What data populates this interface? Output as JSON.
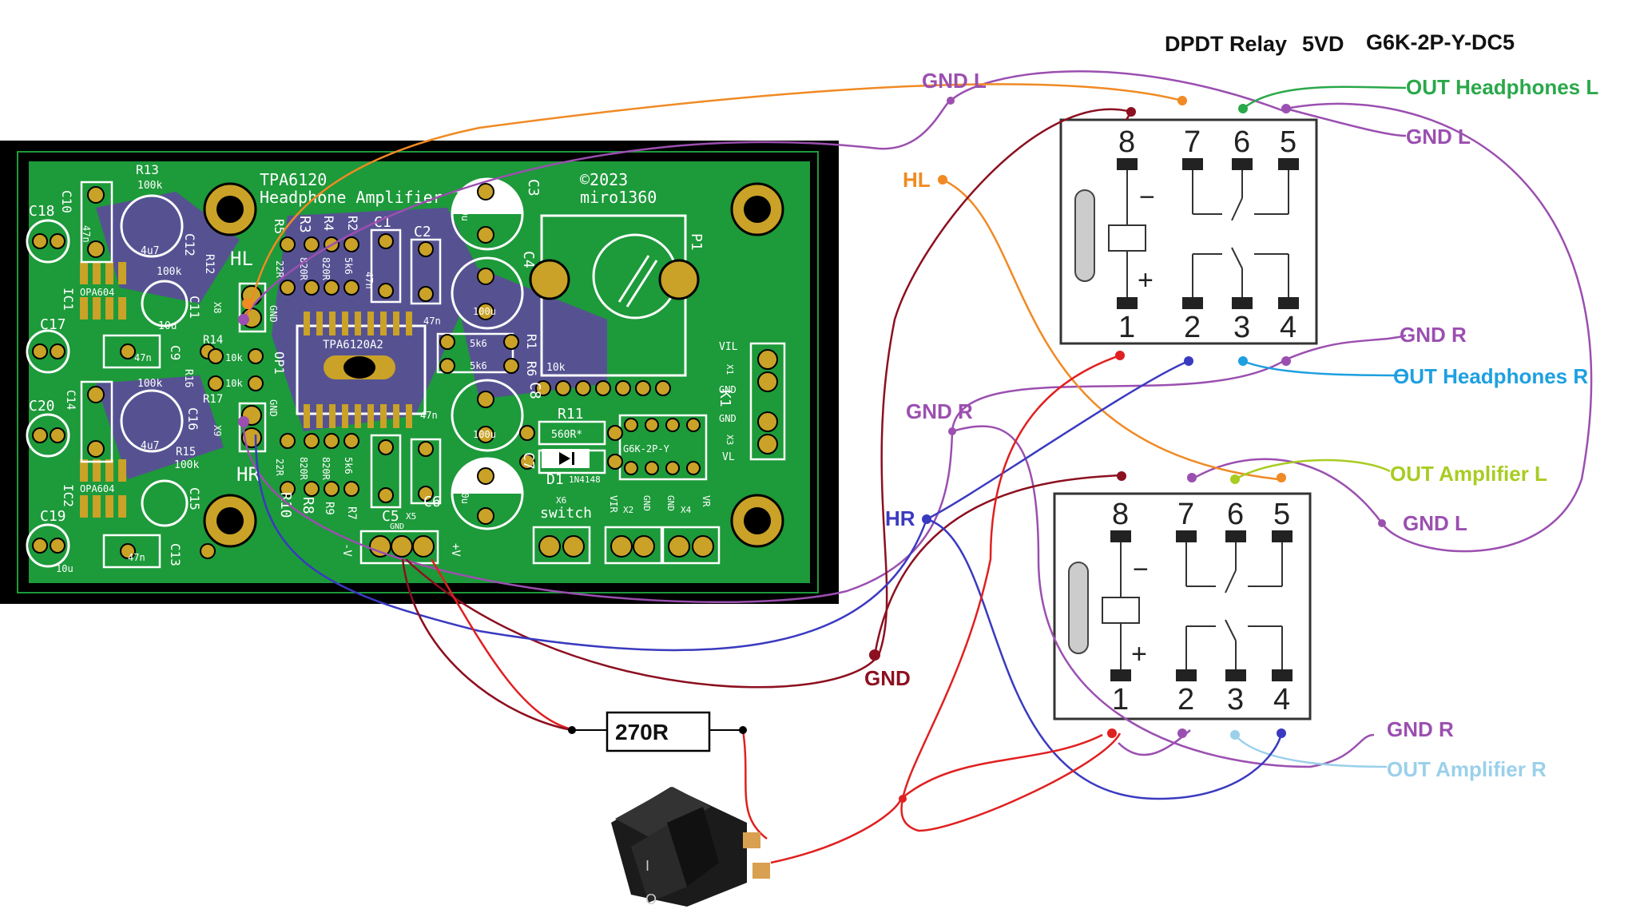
{
  "relay_title": {
    "name": "DPDT Relay",
    "voltage": "5VD",
    "part": "G6K-2P-Y-DC5"
  },
  "wire_labels": {
    "gnd_l_top": "GND L",
    "gnd_l_2": "GND  L",
    "gnd_l_3": "GND  L",
    "hl": "HL",
    "out_hp_l": "OUT Headphones L",
    "gnd_r_1": "GND  R",
    "out_hp_r": "OUT Headphones R",
    "gnd_r_2": "GND R",
    "out_amp_l": "OUT Amplifier L",
    "hr": "HR",
    "gnd": "GND",
    "gnd_r_3": "GND  R",
    "out_amp_r": "OUT Amplifier R"
  },
  "resistor_label": "270R",
  "relay_pins_top": [
    "8",
    "7",
    "6",
    "5"
  ],
  "relay_pins_bottom": [
    "1",
    "2",
    "3",
    "4"
  ],
  "pcb": {
    "title_1": "TPA6120",
    "title_2": "Headphone Amplifier 2",
    "copyright_1": "©2023",
    "copyright_2": "miro1360",
    "silk": {
      "r13": "R13",
      "v100k_1": "100k",
      "c10": "C10",
      "c18": "C18",
      "c12": "C12",
      "r12": "R12",
      "v100k_2": "100k",
      "c11": "C11",
      "v4u7_1": "4u7",
      "v10u_1": "10u",
      "v47n_1": "47n",
      "ic1": "IC1",
      "opa604_1": "OPA604",
      "c17": "C17",
      "c9": "C9",
      "r14": "R14",
      "v10k_1": "10k",
      "r16": "R16",
      "v100k_3": "100k",
      "v47n_2": "47n",
      "r17": "R17",
      "v10k_2": "10k",
      "c20": "C20",
      "c14": "C14",
      "c16": "C16",
      "v4u7_2": "4u7",
      "r15": "R15",
      "v100k_4": "100k",
      "ic2": "IC2",
      "opa604_2": "OPA604",
      "c19": "C19",
      "c15": "C15",
      "c13": "C13",
      "v47n_3": "47n",
      "v10u_2": "10u",
      "hl": "HL",
      "hr": "HR",
      "x8": "X8",
      "x9": "X9",
      "gnd_1": "GND",
      "gnd_2": "GND",
      "op1": "OP1",
      "r5": "R5",
      "r3": "R3",
      "r4": "R4",
      "r2": "R2",
      "v22r_1": "22R",
      "v820r_1": "820R",
      "v820r_2": "820R",
      "v5k6_1": "5k6",
      "c1": "C1",
      "c2": "C2",
      "v47n_4": "47n",
      "v47n_5": "47n",
      "tpa6120a2": "TPA6120A2",
      "v22r_2": "22R",
      "v820r_3": "820R",
      "v820r_4": "820R",
      "v5k6_2": "5k6",
      "r10": "R10",
      "r8": "R8",
      "r9": "R9",
      "r7": "R7",
      "c5": "C5",
      "x5": "X5",
      "gnd_3": "GND",
      "minus_v": "-V",
      "plus_v": "+V",
      "c3": "C3",
      "v100u_1": "100u",
      "c4": "C4",
      "v100u_2": "100u",
      "v5k6_3": "5k6",
      "v5k6_4": "5k6",
      "r1": "R1",
      "r6": "R6",
      "c8": "C8",
      "v100u_3": "100u",
      "v47n_6": "47n",
      "c6": "C6",
      "c7": "C7",
      "v100u_4": "100u",
      "r11": "R11",
      "v560r": "560R*",
      "d1": "D1",
      "in4148": "1N4148",
      "p1": "P1",
      "v10k_3": "10k",
      "k1": "K1",
      "g6k": "G6K-2P-Y",
      "vil": "VIL",
      "x1": "X1",
      "gnd_4": "GND",
      "gnd_5": "GND",
      "x3": "X3",
      "vl": "VL",
      "x6": "X6",
      "switch": "switch",
      "vir": "VIR",
      "x2": "X2",
      "gnd_6": "GND",
      "gnd_7": "GND",
      "x4": "X4",
      "vr": "VR"
    }
  },
  "colors": {
    "purple": "#9b4fb0",
    "orange": "#f08a24",
    "green": "#2aa84a",
    "blue_hp": "#1ea0e0",
    "yellow_green": "#a8cc22",
    "dark_red": "#8c1020",
    "red": "#e02020",
    "blue": "#3a3ac0",
    "light_blue": "#9ad0ea",
    "pcb_green": "#1d9a3a",
    "pad_gold": "#c9a227"
  }
}
